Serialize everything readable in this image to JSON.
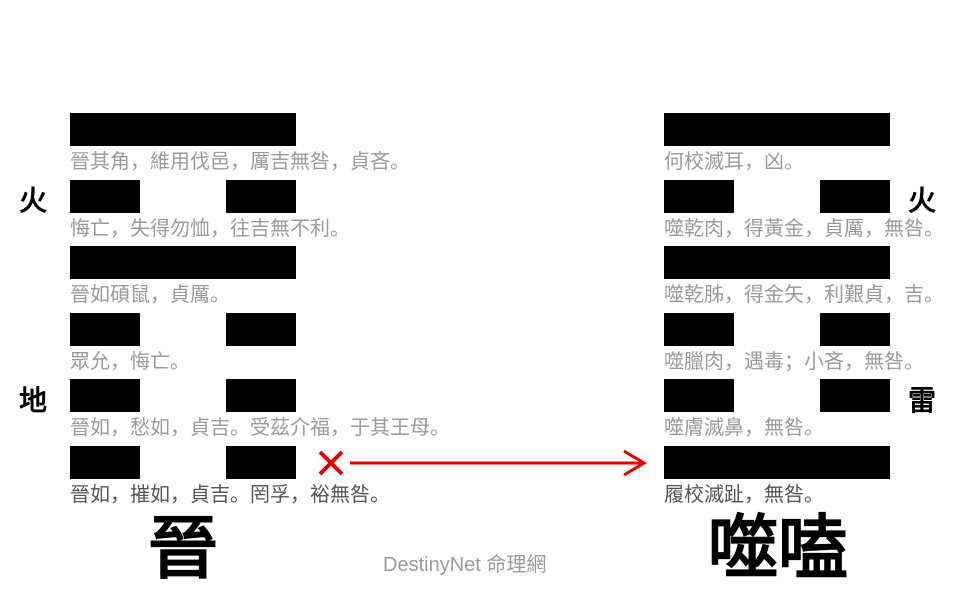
{
  "left_hexagram": {
    "name": "晉",
    "upper_trigram": "火",
    "lower_trigram": "地",
    "lines": [
      {
        "type": "yang",
        "text": "晉其角，維用伐邑，厲吉無咎，貞吝。",
        "highlight": false
      },
      {
        "type": "yin",
        "text": "悔亡，失得勿恤，往吉無不利。",
        "highlight": false
      },
      {
        "type": "yang",
        "text": "晉如碩鼠，貞厲。",
        "highlight": false
      },
      {
        "type": "yin",
        "text": "眾允，悔亡。",
        "highlight": false
      },
      {
        "type": "yin",
        "text": "晉如，愁如，貞吉。受茲介福，于其王母。",
        "highlight": false
      },
      {
        "type": "yin",
        "text": "晉如，摧如，貞吉。罔孚，裕無咎。",
        "highlight": true
      }
    ]
  },
  "right_hexagram": {
    "name": "噬嗑",
    "upper_trigram": "火",
    "lower_trigram": "雷",
    "lines": [
      {
        "type": "yang",
        "text": "何校滅耳，凶。",
        "highlight": false
      },
      {
        "type": "yin",
        "text": "噬乾肉，得黃金，貞厲，無咎。",
        "highlight": false
      },
      {
        "type": "yang",
        "text": "噬乾胏，得金矢，利艱貞，吉。",
        "highlight": false
      },
      {
        "type": "yin",
        "text": "噬臘肉，遇毒；小吝，無咎。",
        "highlight": false
      },
      {
        "type": "yin",
        "text": "噬膚滅鼻，無咎。",
        "highlight": false
      },
      {
        "type": "yang",
        "text": "履校滅趾，無咎。",
        "highlight": true
      }
    ]
  },
  "change_marker": {
    "symbol": "×",
    "color": "#e00000"
  },
  "arrow_color": "#e00000",
  "brand": "DestinyNet 命理網"
}
